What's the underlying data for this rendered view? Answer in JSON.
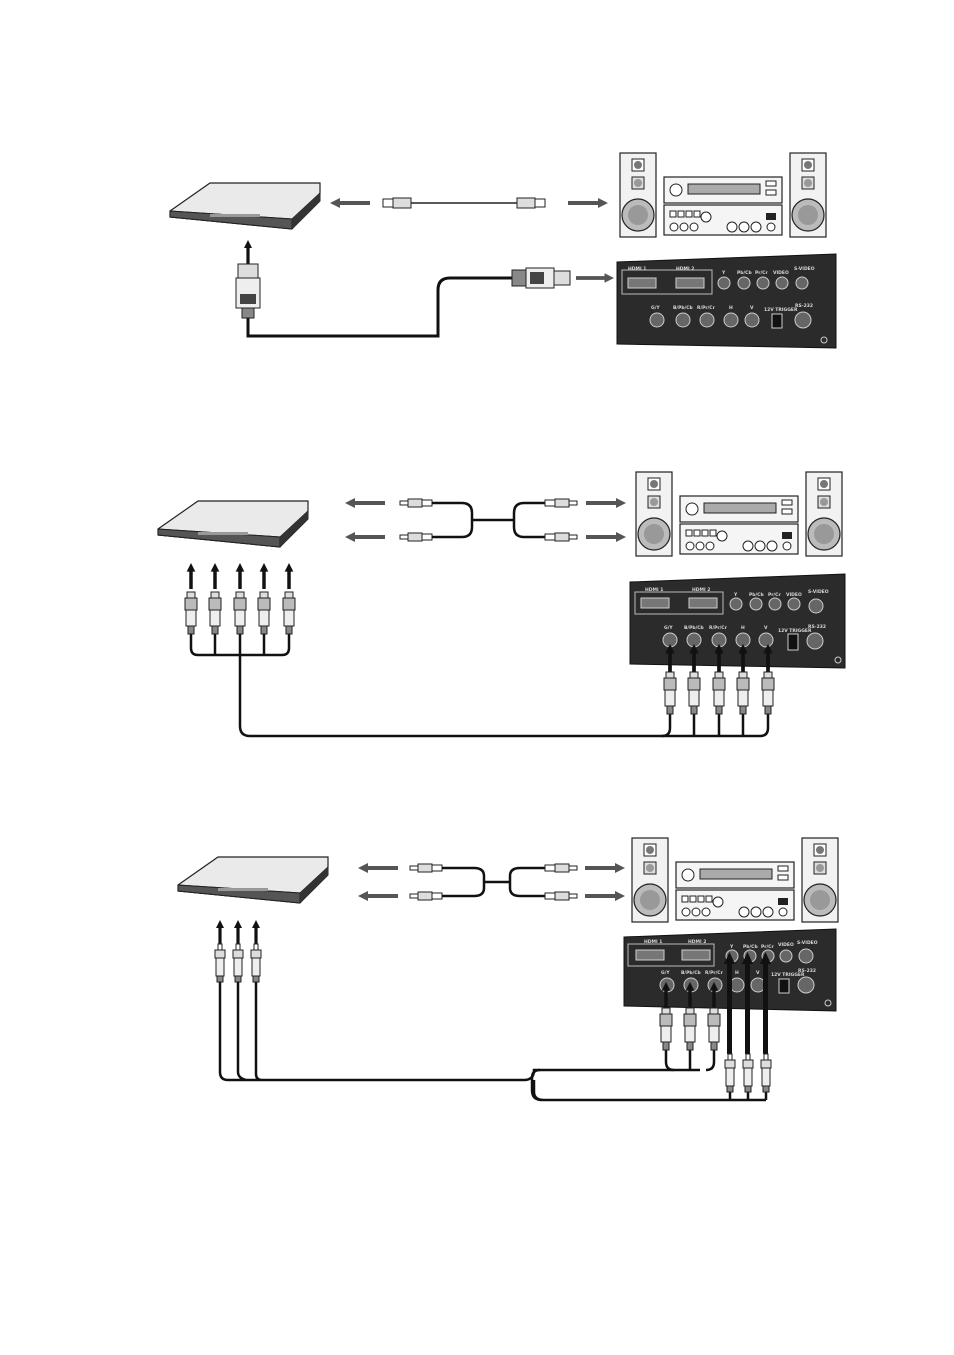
{
  "diagrams": [
    {
      "id": "hdmi",
      "panel": {
        "top_labels": [
          "HDMI 1",
          "HDMI 2",
          "Y",
          "Pb/Cb",
          "Pr/Cr",
          "VIDEO",
          "S-VIDEO"
        ],
        "bottom_labels": [
          "G/Y",
          "B/Pb/Cb",
          "R/Pr/Cr",
          "H",
          "V",
          "12V TRIGGER",
          "RS-232"
        ]
      }
    },
    {
      "id": "component-5bnc",
      "panel": {
        "top_labels": [
          "HDMI 1",
          "HDMI 2",
          "Y",
          "Pb/Cb",
          "Pr/Cr",
          "VIDEO",
          "S-VIDEO"
        ],
        "bottom_labels": [
          "G/Y",
          "B/Pb/Cb",
          "R/Pr/Cr",
          "H",
          "V",
          "12V TRIGGER",
          "RS-232"
        ]
      }
    },
    {
      "id": "component-3",
      "panel": {
        "top_labels": [
          "HDMI 1",
          "HDMI 2",
          "Y",
          "Pb/Cb",
          "Pr/Cr",
          "VIDEO",
          "S-VIDEO"
        ],
        "bottom_labels": [
          "G/Y",
          "B/Pb/Cb",
          "R/Pr/Cr",
          "H",
          "V",
          "12V TRIGGER",
          "RS-232"
        ]
      }
    }
  ],
  "colors": {
    "line": "#1a1a1a",
    "panel": "#2b2b2b",
    "arrow": "#555555",
    "device": "#e6e6e6"
  }
}
